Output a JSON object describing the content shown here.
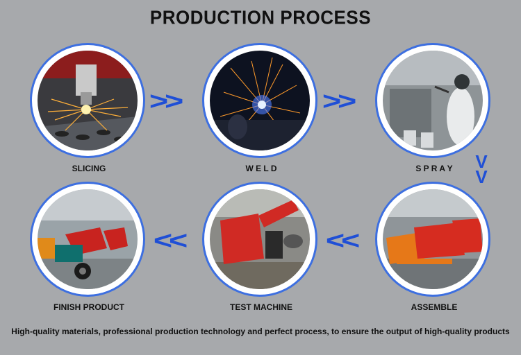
{
  "title": "PRODUCTION PROCESS",
  "steps": [
    {
      "label": "SLICING"
    },
    {
      "label": "W E L D"
    },
    {
      "label": "S P R A Y"
    },
    {
      "label": "ASSEMBLE"
    },
    {
      "label": "TEST MACHINE"
    },
    {
      "label": "FINISH PRODUCT"
    }
  ],
  "arrows": {
    "forward": ">>",
    "backward": "<<",
    "down": "V"
  },
  "tagline": "High-quality materials, professional production technology and perfect process, to ensure the output of high-quality products",
  "colors": {
    "ring": "#3d6fe0",
    "arrow": "#1f4fd6",
    "background": "#a7a9ac"
  }
}
